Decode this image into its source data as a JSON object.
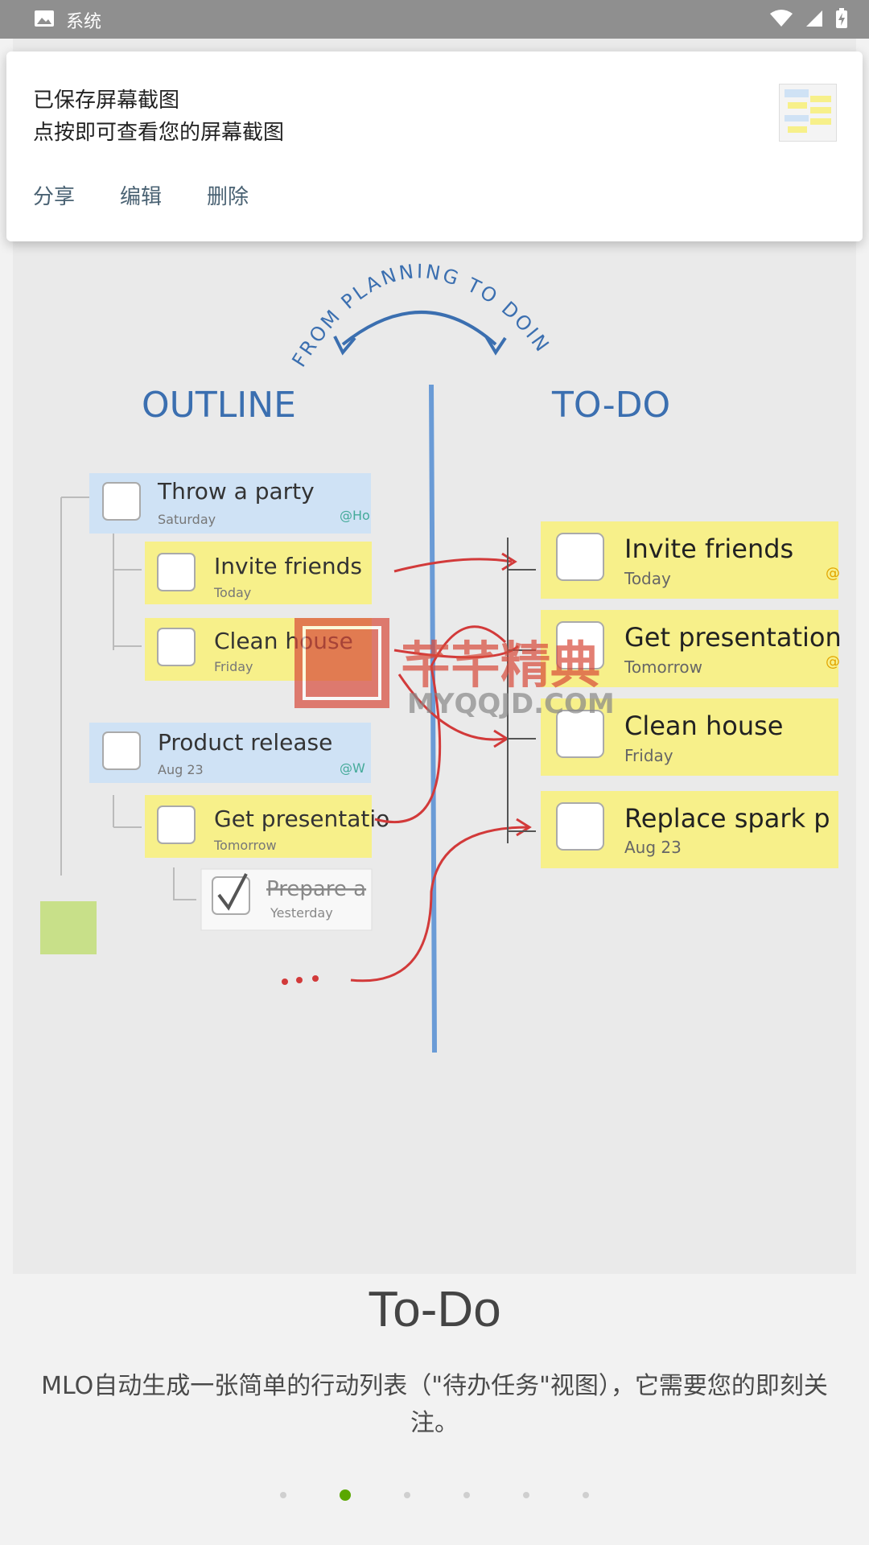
{
  "status_bar": {
    "app_name": "系统"
  },
  "notification": {
    "title": "已保存屏幕截图",
    "body": "点按即可查看您的屏幕截图",
    "actions": [
      "分享",
      "编辑",
      "删除"
    ]
  },
  "illustration": {
    "arc_text": "FROM PLANNING TO DOING",
    "outline_header": "OUTLINE",
    "todo_header": "TO-DO",
    "outline_items": [
      {
        "title": "Throw a party",
        "sub": "Saturday",
        "tag": "@Ho"
      },
      {
        "title": "Invite friends",
        "sub": "Today"
      },
      {
        "title": "Clean house",
        "sub": "Friday"
      },
      {
        "title": "Product release",
        "sub": "Aug 23",
        "tag": "@W"
      },
      {
        "title": "Get presentatio",
        "sub": "Tomorrow"
      },
      {
        "title": "Prepare a",
        "sub": "Yesterday"
      }
    ],
    "todo_items": [
      {
        "title": "Invite friends",
        "sub": "Today",
        "tag": "@"
      },
      {
        "title": "Get presentation",
        "sub": "Tomorrow",
        "tag": "@"
      },
      {
        "title": "Clean house",
        "sub": "Friday"
      },
      {
        "title": "Replace spark p",
        "sub": "Aug 23"
      }
    ],
    "watermark_cn": "芊芊精典",
    "watermark_en": "MYQQJD.COM"
  },
  "headline": "To-Do",
  "description": "MLO自动生成一张简单的行动列表（\"待办任务\"视图），它需要您的即刻关注。",
  "pagination": {
    "count": 6,
    "active_index": 1
  },
  "colors": {
    "accent_green": "#5aa700",
    "blue_ink": "#3b6fb0",
    "red_ink": "#d23a3a",
    "note_yellow": "#f7f08a",
    "note_blue": "#cfe2f5"
  }
}
